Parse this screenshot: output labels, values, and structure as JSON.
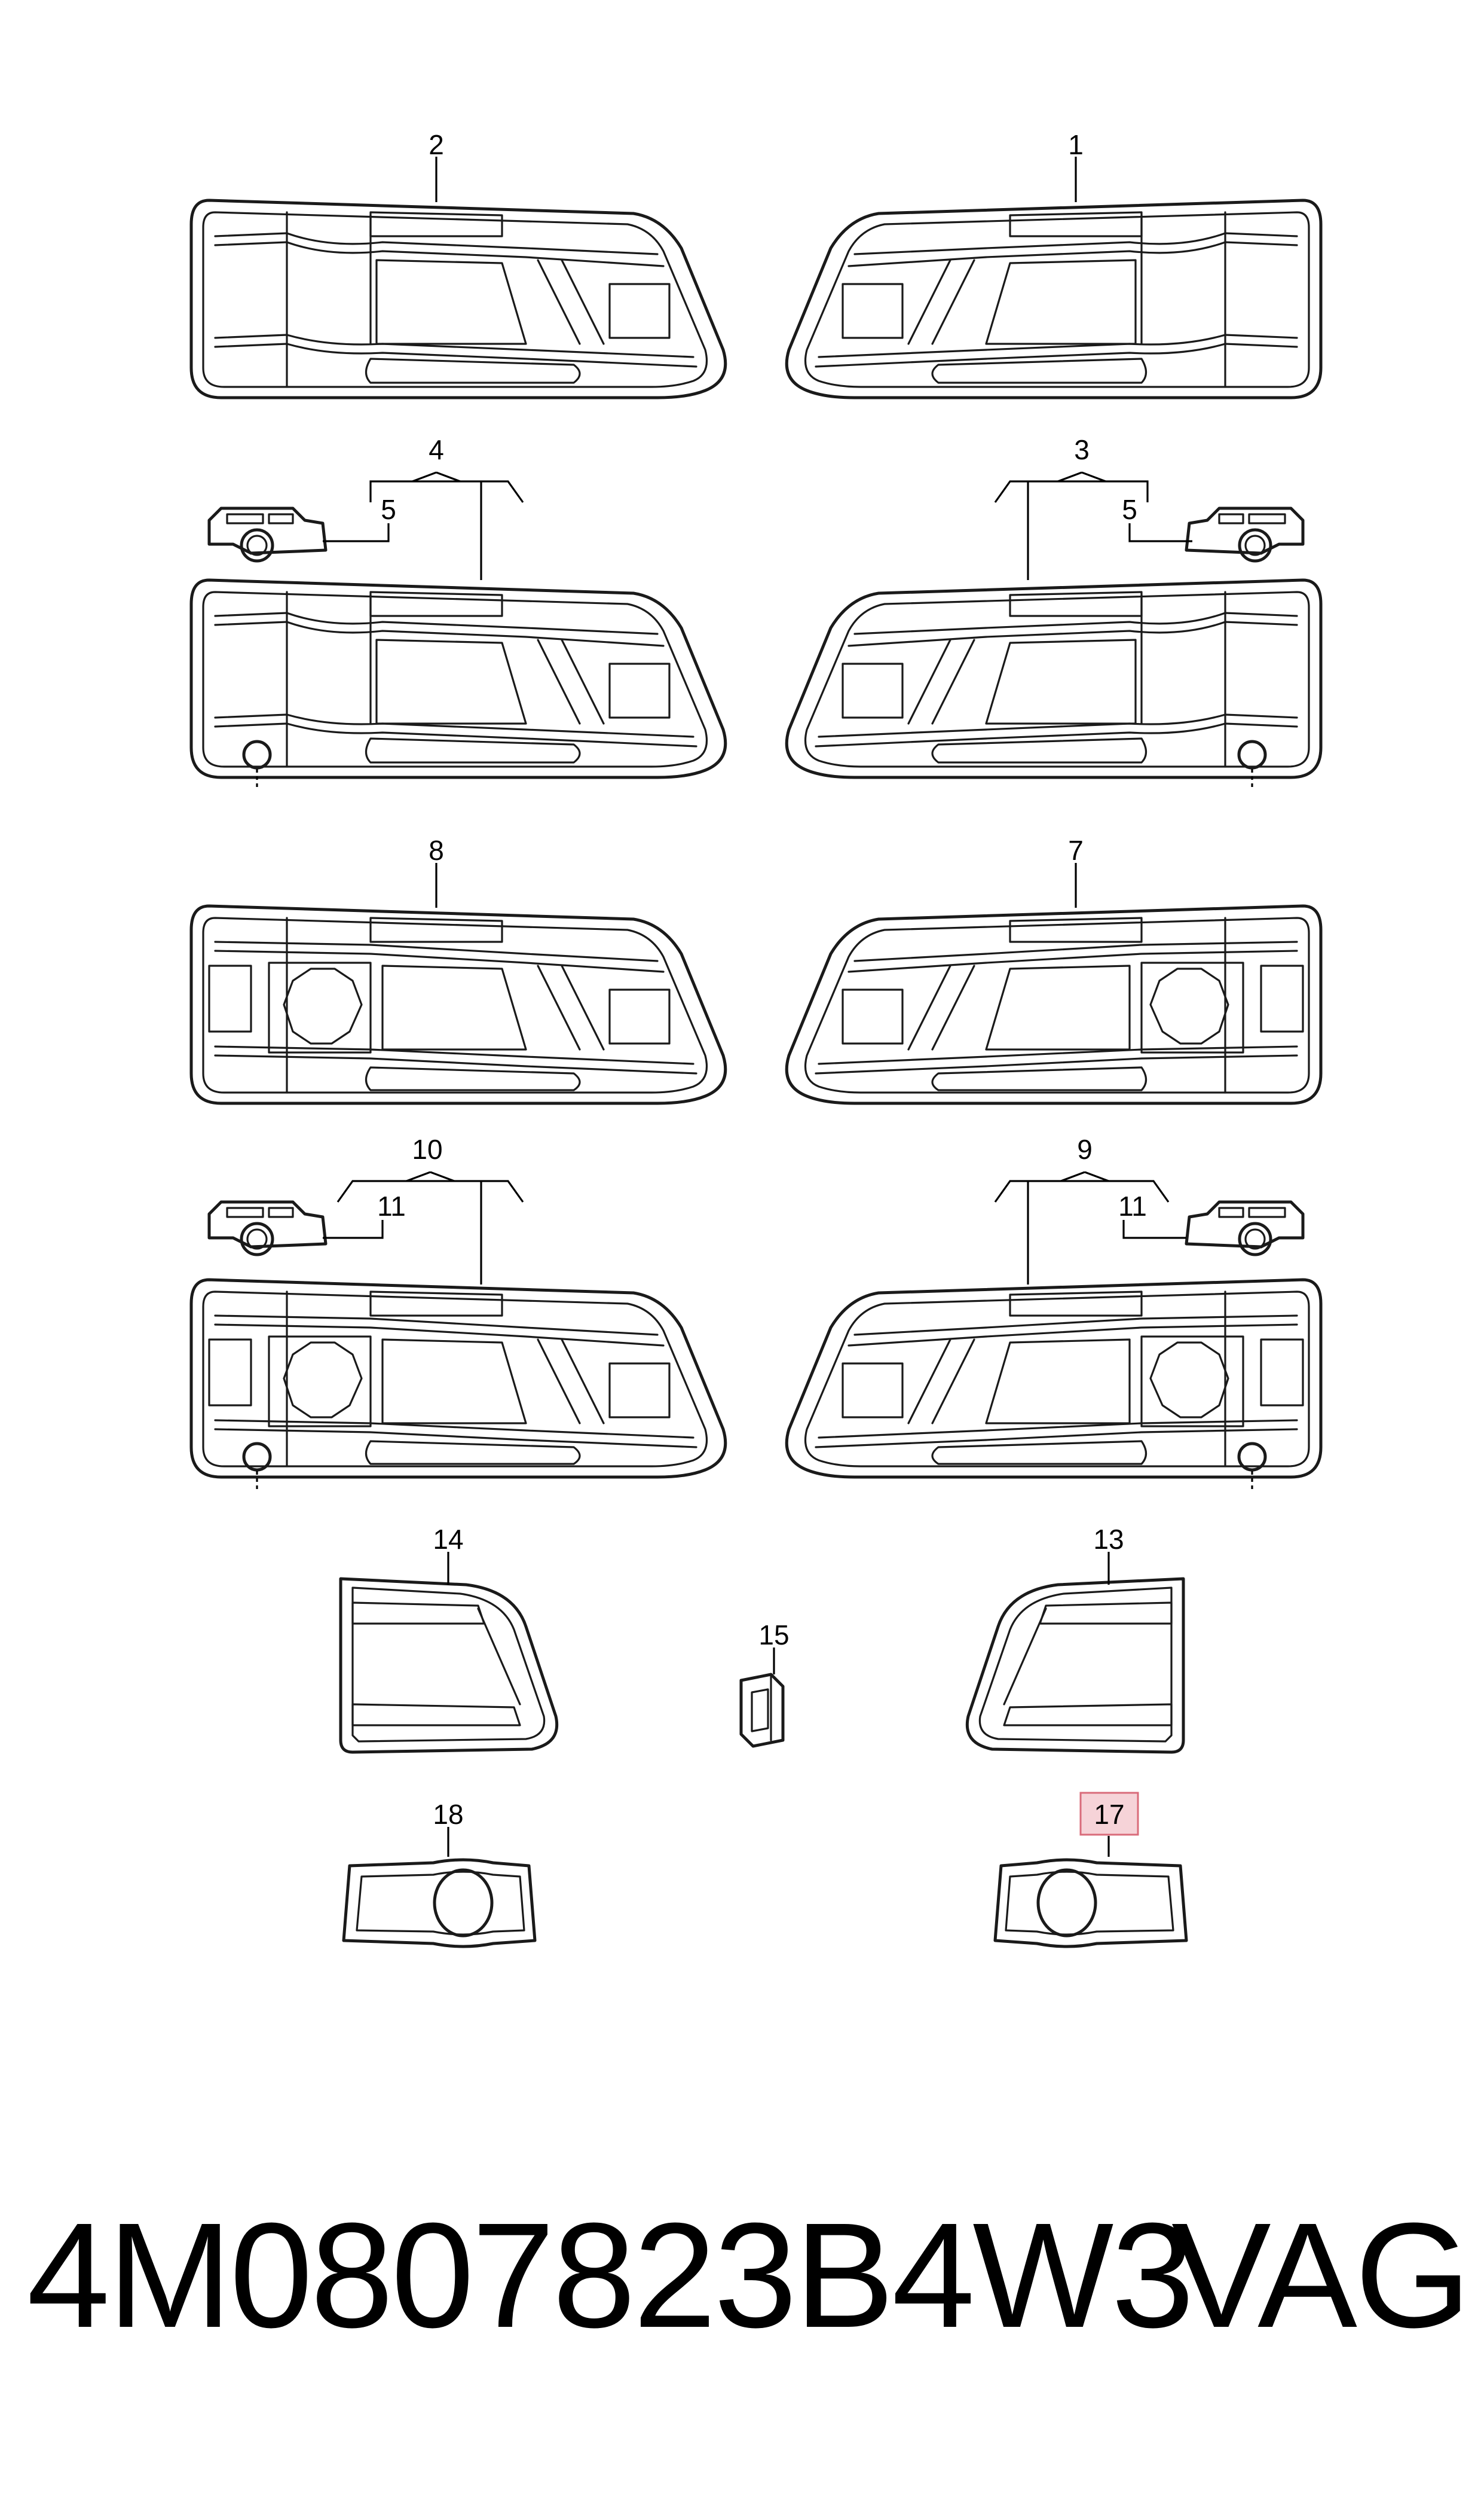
{
  "diagram": {
    "callouts": [
      {
        "id": "c1",
        "label": "1"
      },
      {
        "id": "c2",
        "label": "2"
      },
      {
        "id": "c3",
        "label": "3"
      },
      {
        "id": "c4",
        "label": "4"
      },
      {
        "id": "c5a",
        "label": "5"
      },
      {
        "id": "c5b",
        "label": "5"
      },
      {
        "id": "c7",
        "label": "7"
      },
      {
        "id": "c8",
        "label": "8"
      },
      {
        "id": "c9",
        "label": "9"
      },
      {
        "id": "c10",
        "label": "10"
      },
      {
        "id": "c11a",
        "label": "11"
      },
      {
        "id": "c11b",
        "label": "11"
      },
      {
        "id": "c13",
        "label": "13"
      },
      {
        "id": "c14",
        "label": "14"
      },
      {
        "id": "c15",
        "label": "15"
      },
      {
        "id": "c17",
        "label": "17",
        "highlighted": true
      },
      {
        "id": "c18",
        "label": "18"
      }
    ],
    "highlight_color": "#f6d3d8",
    "highlight_border": "#d96b7a"
  },
  "footer": {
    "part_number": "4M0807823B4W3",
    "brand": "VAG"
  }
}
